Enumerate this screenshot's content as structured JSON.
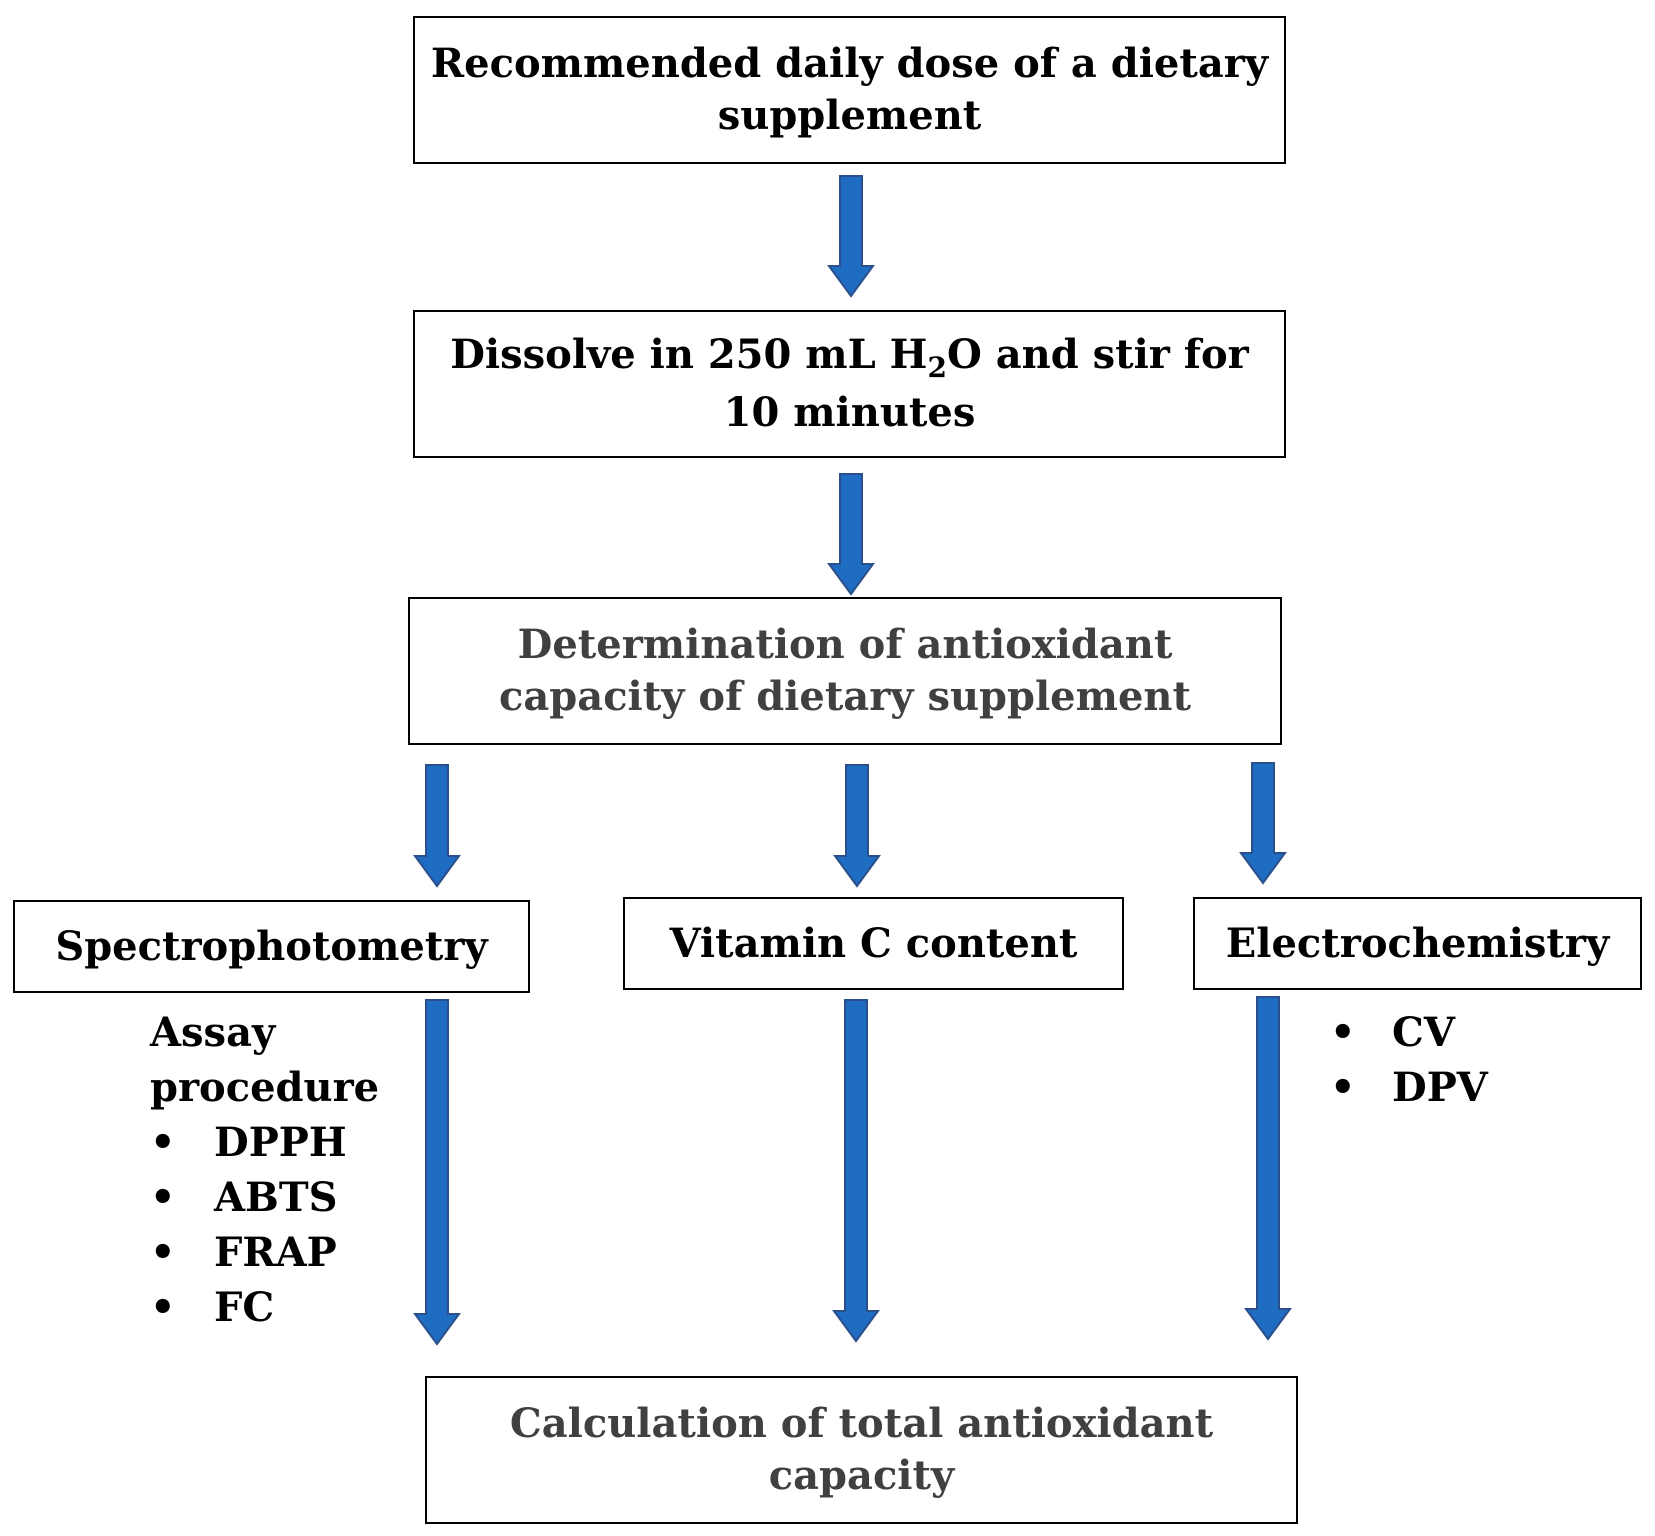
{
  "colors": {
    "arrow_fill": "#1F6DC2",
    "arrow_stroke": "#2A4F8A",
    "box_border": "#000000",
    "grey_text": "#404040"
  },
  "steps": {
    "dose": {
      "line1": "Recommended daily dose of a dietary",
      "line2": "supplement"
    },
    "dissolve": {
      "before_sub": "Dissolve in 250 mL H",
      "subscript": "2",
      "after_sub": "O and stir for",
      "line2": "10 minutes"
    },
    "determination": {
      "line1": "Determination of antioxidant",
      "line2": "capacity of dietary supplement"
    },
    "spectro": {
      "label": "Spectrophotometry"
    },
    "vitc": {
      "label": "Vitamin C content"
    },
    "electro": {
      "label": "Electrochemistry"
    },
    "calculation": {
      "line1": "Calculation of total antioxidant",
      "line2": "capacity"
    }
  },
  "spectro_list": {
    "heading_line1": "Assay",
    "heading_line2": "procedure",
    "bullet": "•",
    "items": [
      "DPPH",
      "ABTS",
      "FRAP",
      "FC"
    ]
  },
  "electro_list": {
    "bullet": "•",
    "items": [
      "CV",
      "DPV"
    ]
  }
}
